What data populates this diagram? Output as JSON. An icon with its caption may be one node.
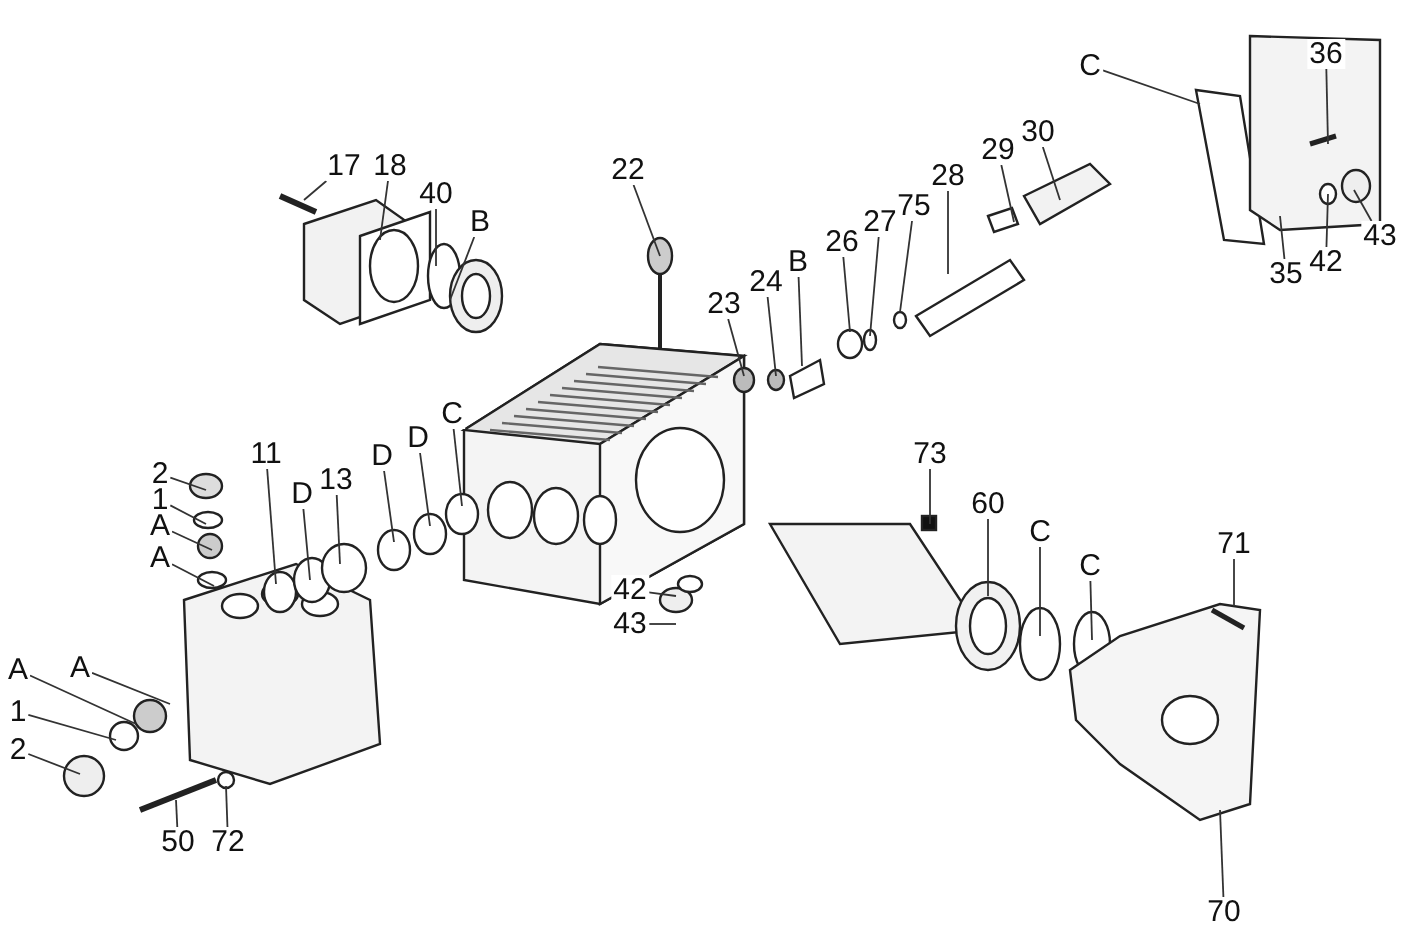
{
  "diagram": {
    "nodes": [
      {
        "text": [
          "17"
        ]
      },
      {
        "text": [
          "18"
        ]
      },
      {
        "text": [
          "40"
        ]
      },
      {
        "text": [
          "B"
        ]
      },
      {
        "text": [
          "22"
        ]
      },
      {
        "text": [
          "23"
        ]
      },
      {
        "text": [
          "24"
        ]
      },
      {
        "text": [
          "B"
        ]
      },
      {
        "text": [
          "26"
        ]
      },
      {
        "text": [
          "27"
        ]
      },
      {
        "text": [
          "75"
        ]
      },
      {
        "text": [
          "28"
        ]
      },
      {
        "text": [
          "29"
        ]
      },
      {
        "text": [
          "30"
        ]
      },
      {
        "text": [
          "C"
        ]
      },
      {
        "text": [
          "36"
        ]
      },
      {
        "text": [
          "35"
        ]
      },
      {
        "text": [
          "42"
        ]
      },
      {
        "text": [
          "43"
        ]
      },
      {
        "text": [
          "2"
        ]
      },
      {
        "text": [
          "1"
        ]
      },
      {
        "text": [
          "A"
        ]
      },
      {
        "text": [
          "A"
        ]
      },
      {
        "text": [
          "11"
        ]
      },
      {
        "text": [
          "D"
        ]
      },
      {
        "text": [
          "13"
        ]
      },
      {
        "text": [
          "D"
        ]
      },
      {
        "text": [
          "D"
        ]
      },
      {
        "text": [
          "C"
        ]
      },
      {
        "text": [
          "A"
        ]
      },
      {
        "text": [
          "A"
        ]
      },
      {
        "text": [
          "1"
        ]
      },
      {
        "text": [
          "2"
        ]
      },
      {
        "text": [
          "50"
        ]
      },
      {
        "text": [
          "72"
        ]
      },
      {
        "text": [
          "73"
        ]
      },
      {
        "text": [
          "60"
        ]
      },
      {
        "text": [
          "C"
        ]
      },
      {
        "text": [
          "C"
        ]
      },
      {
        "text": [
          "71"
        ]
      },
      {
        "text": [
          "70"
        ]
      },
      {
        "text": [
          "42"
        ]
      },
      {
        "text": [
          "43"
        ]
      }
    ],
    "edges": [
      {
        "from": 0,
        "to": null,
        "arrow": "none"
      },
      {
        "from": 1,
        "to": null,
        "arrow": "none"
      },
      {
        "from": 2,
        "to": null,
        "arrow": "none"
      },
      {
        "from": 3,
        "to": null,
        "arrow": "none"
      },
      {
        "from": 4,
        "to": null,
        "arrow": "none"
      },
      {
        "from": 5,
        "to": null,
        "arrow": "none"
      },
      {
        "from": 6,
        "to": null,
        "arrow": "none"
      },
      {
        "from": 7,
        "to": null,
        "arrow": "none"
      },
      {
        "from": 8,
        "to": null,
        "arrow": "none"
      },
      {
        "from": 9,
        "to": null,
        "arrow": "none"
      },
      {
        "from": 10,
        "to": null,
        "arrow": "none"
      },
      {
        "from": 11,
        "to": null,
        "arrow": "none"
      },
      {
        "from": 12,
        "to": null,
        "arrow": "none"
      },
      {
        "from": 13,
        "to": null,
        "arrow": "none"
      },
      {
        "from": 14,
        "to": null,
        "arrow": "none"
      },
      {
        "from": 15,
        "to": null,
        "arrow": "none"
      },
      {
        "from": 16,
        "to": null,
        "arrow": "none"
      },
      {
        "from": 17,
        "to": null,
        "arrow": "none"
      },
      {
        "from": 18,
        "to": null,
        "arrow": "none"
      },
      {
        "from": 19,
        "to": null,
        "arrow": "none"
      },
      {
        "from": 20,
        "to": null,
        "arrow": "none"
      },
      {
        "from": 21,
        "to": null,
        "arrow": "none"
      },
      {
        "from": 22,
        "to": null,
        "arrow": "none"
      },
      {
        "from": 23,
        "to": null,
        "arrow": "none"
      },
      {
        "from": 24,
        "to": null,
        "arrow": "none"
      },
      {
        "from": 25,
        "to": null,
        "arrow": "none"
      },
      {
        "from": 26,
        "to": null,
        "arrow": "none"
      },
      {
        "from": 27,
        "to": null,
        "arrow": "none"
      },
      {
        "from": 28,
        "to": null,
        "arrow": "none"
      },
      {
        "from": 29,
        "to": null,
        "arrow": "none"
      },
      {
        "from": 30,
        "to": null,
        "arrow": "none"
      },
      {
        "from": 31,
        "to": null,
        "arrow": "none"
      },
      {
        "from": 32,
        "to": null,
        "arrow": "none"
      },
      {
        "from": 33,
        "to": null,
        "arrow": "none"
      },
      {
        "from": 34,
        "to": null,
        "arrow": "none"
      },
      {
        "from": 35,
        "to": null,
        "arrow": "none"
      },
      {
        "from": 36,
        "to": null,
        "arrow": "none"
      },
      {
        "from": 37,
        "to": null,
        "arrow": "none"
      },
      {
        "from": 38,
        "to": null,
        "arrow": "none"
      },
      {
        "from": 39,
        "to": null,
        "arrow": "none"
      },
      {
        "from": 40,
        "to": null,
        "arrow": "none"
      },
      {
        "from": 41,
        "to": null,
        "arrow": "none"
      },
      {
        "from": 42,
        "to": null,
        "arrow": "none"
      }
    ]
  }
}
